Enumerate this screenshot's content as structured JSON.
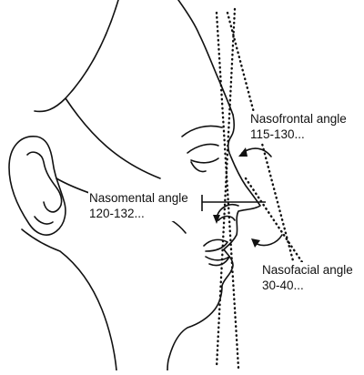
{
  "labels": {
    "nasofrontal": {
      "name": "Nasofrontal angle",
      "range": "115-130..."
    },
    "nasomental": {
      "name": "Nasomental angle",
      "range": "120-132..."
    },
    "nasofacial": {
      "name": "Nasofacial angle",
      "range": "30-40..."
    }
  },
  "colors": {
    "line": "#111111",
    "background": "#ffffff"
  }
}
